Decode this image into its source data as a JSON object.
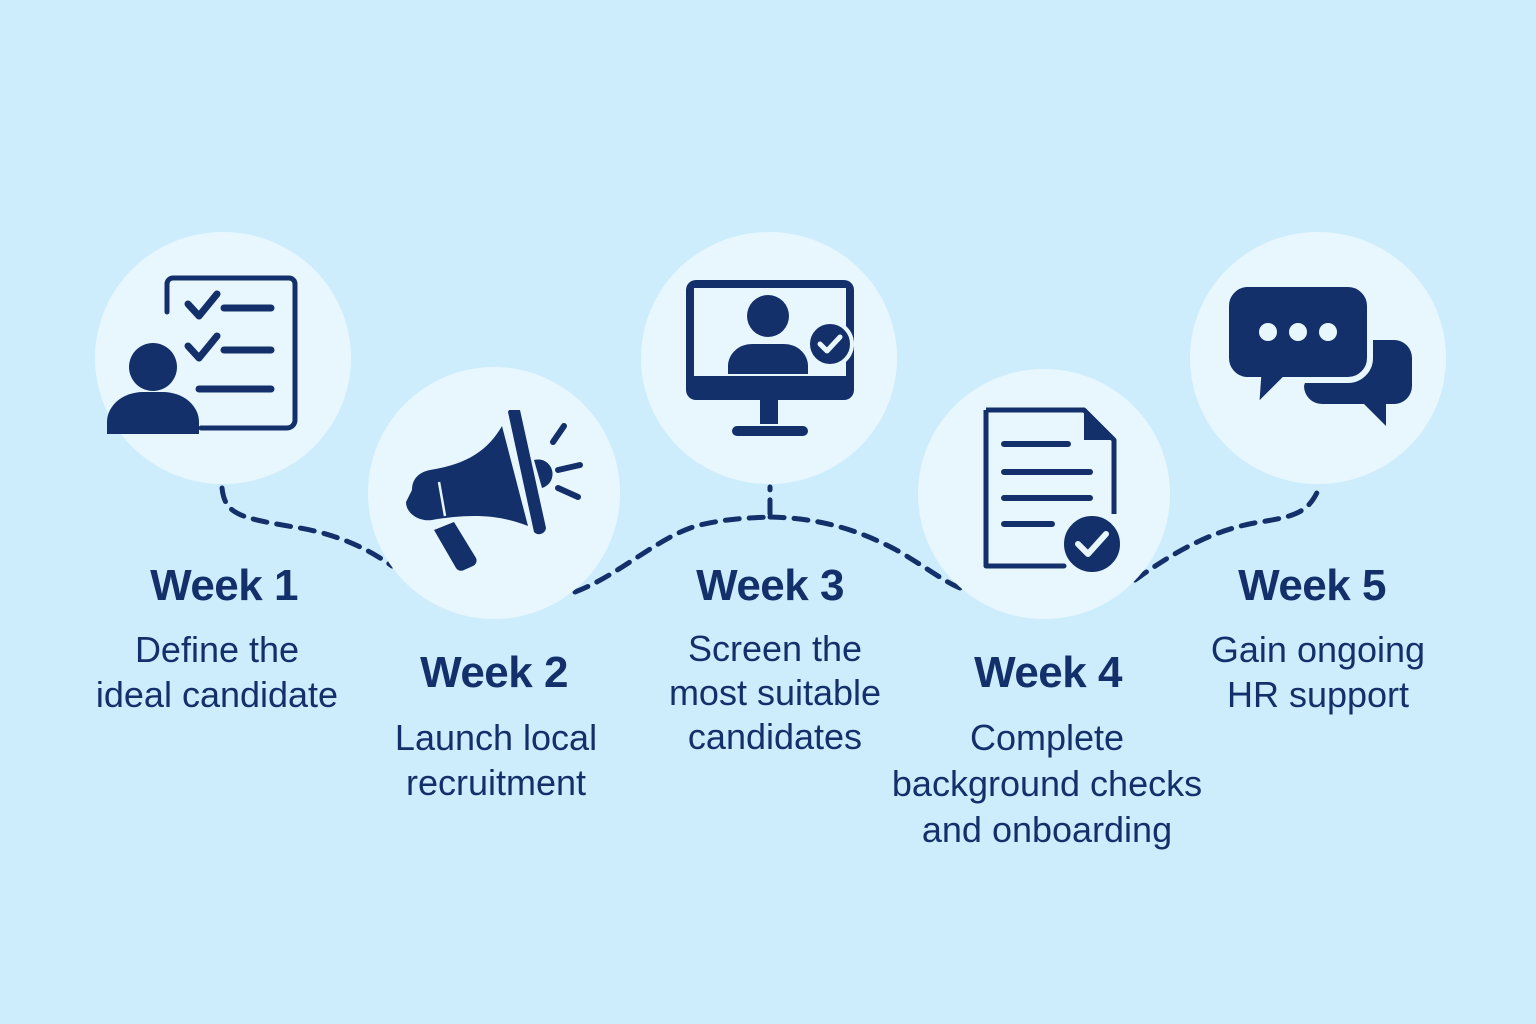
{
  "colors": {
    "background": "#cdedfd",
    "circle": "#e8f7fe",
    "navy": "#14306b"
  },
  "steps": [
    {
      "week": "Week 1",
      "lines": [
        "Define the",
        "ideal candidate"
      ],
      "icon": "candidate-checklist-icon"
    },
    {
      "week": "Week 2",
      "lines": [
        "Launch local",
        "recruitment"
      ],
      "icon": "megaphone-icon"
    },
    {
      "week": "Week 3",
      "lines": [
        "Screen the",
        "most suitable",
        "candidates"
      ],
      "icon": "video-interview-monitor-icon"
    },
    {
      "week": "Week 4",
      "lines": [
        "Complete",
        "background checks",
        "and onboarding"
      ],
      "icon": "document-check-icon"
    },
    {
      "week": "Week 5",
      "lines": [
        "Gain ongoing",
        "HR support"
      ],
      "icon": "chat-bubbles-icon"
    }
  ]
}
